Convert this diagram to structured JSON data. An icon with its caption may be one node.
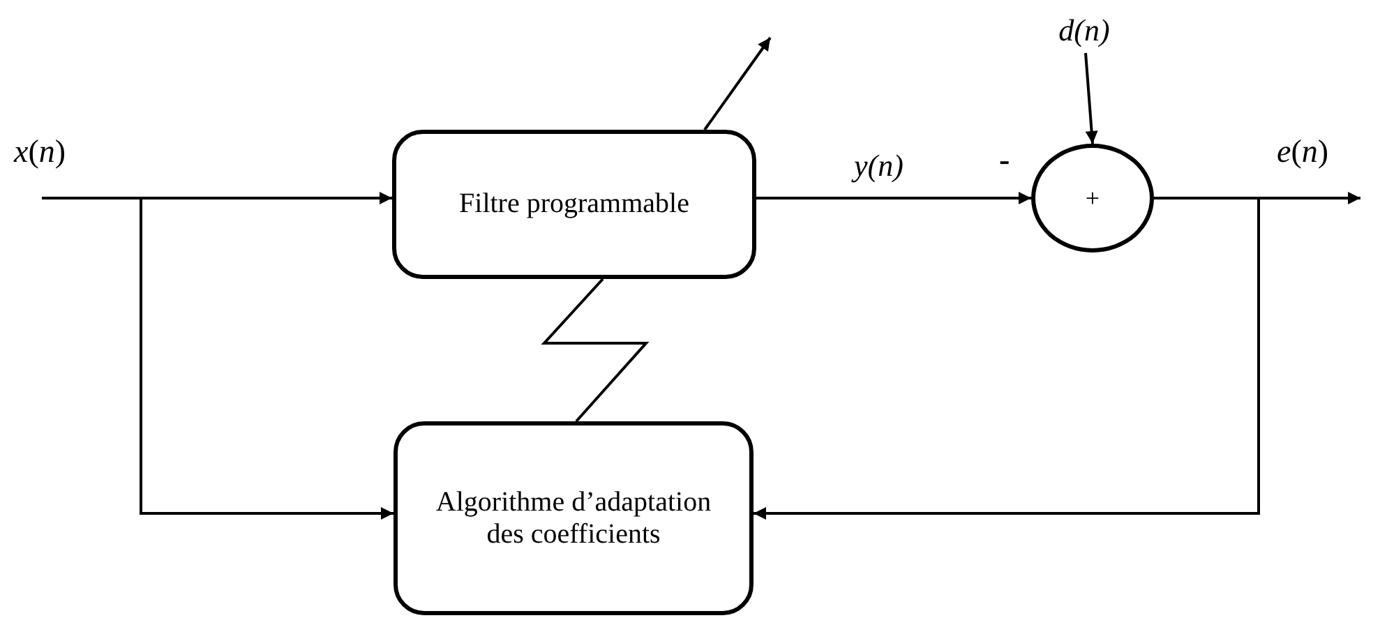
{
  "diagram": {
    "nodes": [
      {
        "text": [
          "Filtre programmable"
        ]
      },
      {
        "text": [
          "+"
        ]
      },
      {
        "text": [
          "d(n)"
        ]
      },
      {
        "text": [
          "Algorithme d’adaptation des coefficients"
        ]
      }
    ],
    "edges": [
      {
        "from": null,
        "to": 0,
        "arrow": "to"
      },
      {
        "from": null,
        "to": 3,
        "arrow": "to"
      },
      {
        "from": 0,
        "to": 1,
        "arrow": "to",
        "label": "y(n)"
      },
      {
        "from": 2,
        "to": 1,
        "arrow": "to"
      },
      {
        "from": 1,
        "to": null,
        "arrow": "to"
      },
      {
        "from": 1,
        "to": 3,
        "arrow": "to"
      },
      {
        "from": 0,
        "to": 3,
        "arrow": "none"
      }
    ],
    "labels": [
      "*x*(*n*)",
      "-",
      "*e*(*n*)"
    ]
  }
}
